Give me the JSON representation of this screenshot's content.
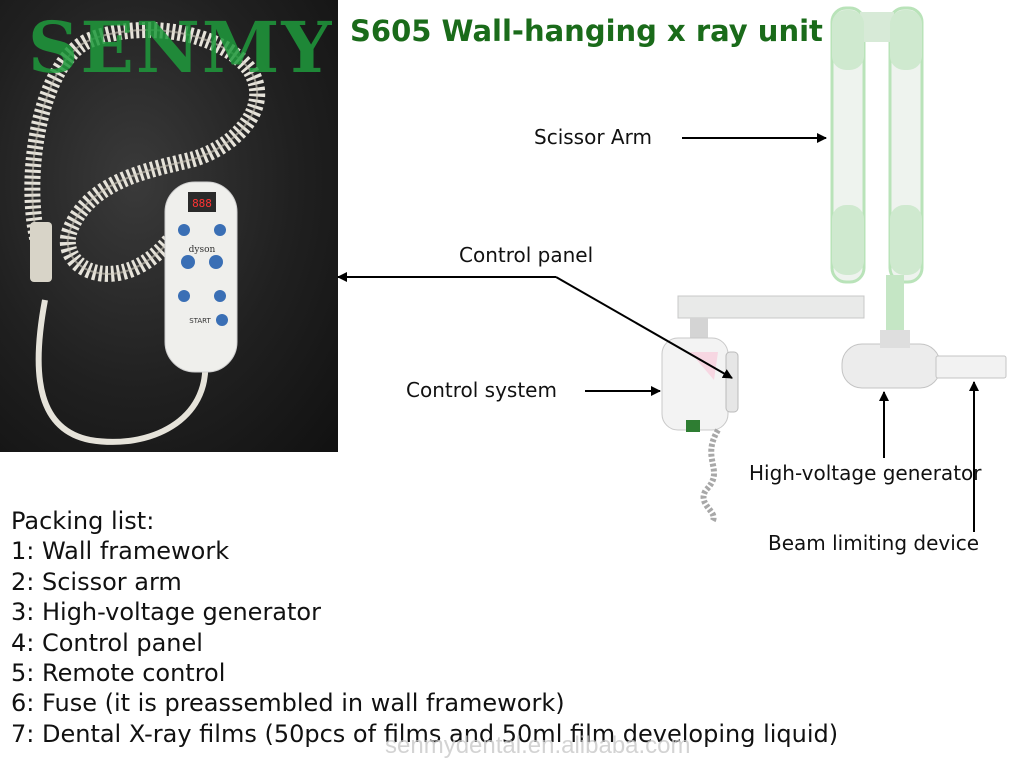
{
  "brand": {
    "logo_text": "SENMY"
  },
  "title": "S605 Wall-hanging x ray unit",
  "remote_display": "888",
  "remote_brand": "dyson",
  "remote_start_label": "START",
  "labels": {
    "scissor_arm": "Scissor Arm",
    "control_panel": "Control panel",
    "control_system": "Control system",
    "high_voltage_generator": "High-voltage generator",
    "beam_limiting_device": "Beam limiting device"
  },
  "packing_list": {
    "heading": "Packing list:",
    "items": [
      "1: Wall framework",
      "2: Scissor arm",
      "3: High-voltage generator",
      "4: Control panel",
      "5: Remote control",
      "6: Fuse (it is preassembled in wall framework)",
      "7: Dental X-ray films (50pcs of films and 50ml film developing liquid)"
    ]
  },
  "watermark": "senmydental.en.alibaba.com",
  "colors": {
    "title": "#1a6b1a",
    "brand": "#1f9a3c",
    "arm_accent": "#b9e3b9"
  }
}
